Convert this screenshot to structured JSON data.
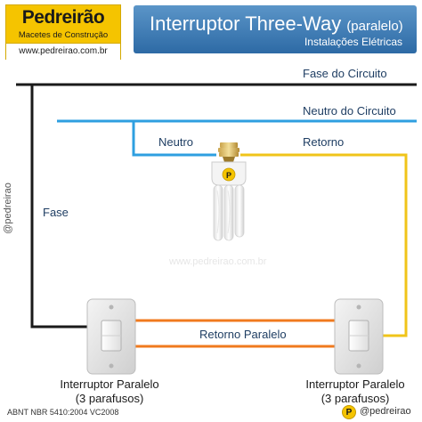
{
  "logo": {
    "name": "Pedreirão",
    "tagline": "Macetes de Construção",
    "url": "www.pedreirao.com.br"
  },
  "title": {
    "main": "Interruptor Three-Way",
    "paren": "(paralelo)",
    "subtitle": "Instalações Elétricas"
  },
  "side_handle": "@pedreirao",
  "watermark": "www.pedreirao.com.br",
  "labels": {
    "fase_circuito": "Fase do Circuito",
    "neutro_circuito": "Neutro do Circuito",
    "neutro": "Neutro",
    "retorno": "Retorno",
    "fase": "Fase",
    "retorno_paralelo": "Retorno Paralelo"
  },
  "switches": {
    "left": {
      "line1": "Interruptor Paralelo",
      "line2": "(3 parafusos)"
    },
    "right": {
      "line1": "Interruptor Paralelo",
      "line2": "(3 parafusos)"
    }
  },
  "lamp_badge": "P",
  "footer": {
    "norm": "ABNT NBR 5410:2004 VC2008",
    "badge": "P",
    "handle": "@pedreirao"
  },
  "colors": {
    "phase": "#1a1a1a",
    "neutral": "#2e9fe0",
    "return": "#f0c419",
    "parallel_return": "#f07a1e",
    "brand_yellow": "#f5c400",
    "title_blue": "#2d6aa5"
  },
  "icons": {
    "lamp": "cfl-bulb-icon",
    "switch": "wall-switch-icon"
  }
}
